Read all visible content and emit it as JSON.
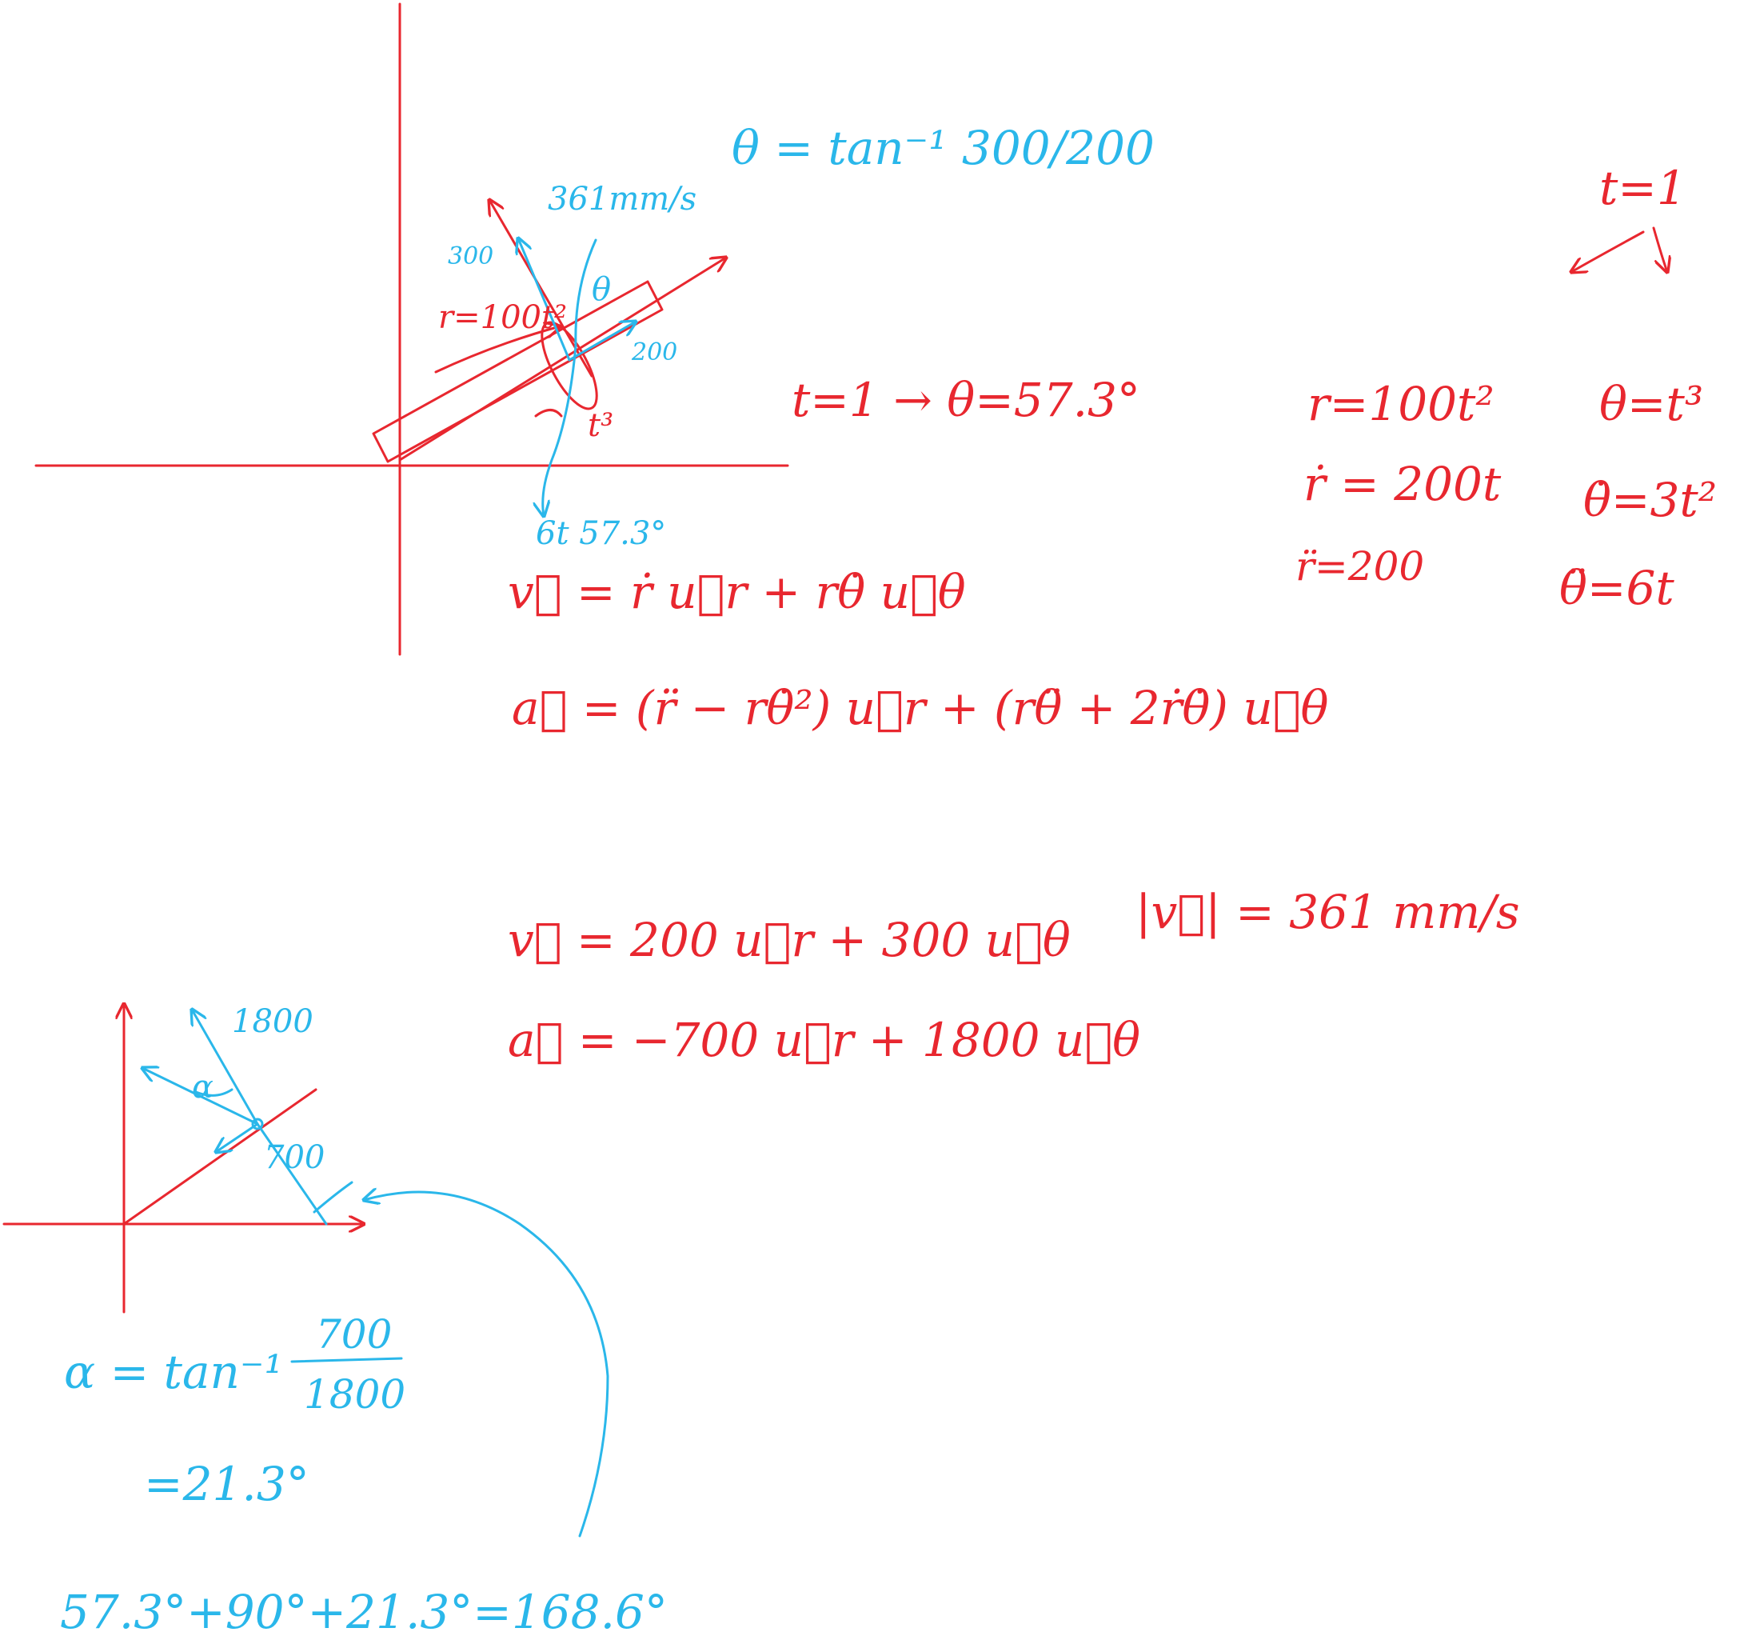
{
  "colors": {
    "ink_red": "#e8272f",
    "ink_blue": "#2ab7ea",
    "background": "#ffffff"
  },
  "diagram1": {
    "label_361": "361mm/s",
    "label_300": "300",
    "label_r": "r=100t²",
    "label_theta": "θ",
    "label_200": "200",
    "label_t3": "t³",
    "label_6t": "6t 57.3°"
  },
  "top_formula": "θ = tan⁻¹ 300/200",
  "theta_at_t1": "t=1 → θ=57.3°",
  "velocity_formula": "v⃗ = ṙ u⃗r + rθ̇ u⃗θ",
  "accel_formula": "a⃗ = (r̈ − rθ̇²) u⃗r + (rθ̈ + 2ṙθ̇) u⃗θ",
  "right_block": {
    "t_label": "t=1",
    "r": "r=100t²",
    "theta": "θ=t³",
    "r_dot": "ṙ = 200t",
    "theta_dot": "θ̇=3t²",
    "r_ddot": "r̈=200",
    "theta_ddot": "θ̈=6t"
  },
  "velocity_result": "v⃗ = 200 u⃗r + 300 u⃗θ",
  "speed_result": "|v⃗| = 361 mm/s",
  "accel_result": "a⃗ = −700 u⃗r + 1800 u⃗θ",
  "diagram2": {
    "label_1800": "1800",
    "label_alpha": "α",
    "label_700": "700"
  },
  "alpha_formula": {
    "lhs": "α = tan⁻¹",
    "numerator": "700",
    "denominator": "1800",
    "result": "=21.3°"
  },
  "final_sum": "57.3°+90°+21.3°=168.6°"
}
